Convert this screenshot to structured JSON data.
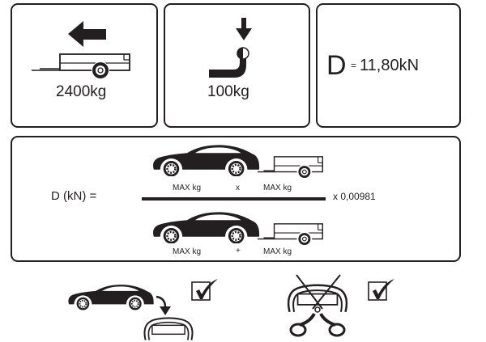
{
  "colors": {
    "ink": "#231f20",
    "background": "#ffffff"
  },
  "panels": {
    "trailer_mass": {
      "icon": "left-arrow-icon",
      "icon2": "trailer-icon",
      "value": "2400kg"
    },
    "vertical_load": {
      "icon": "down-arrow-icon",
      "icon2": "tow-hook-icon",
      "value": "100kg"
    },
    "d_value": {
      "symbol": "D",
      "equals": "=",
      "value": "11,80kN"
    }
  },
  "formula": {
    "lhs": "D (kN) =",
    "numerator": {
      "left_label": "MAX kg",
      "operator": "x",
      "right_label": "MAX kg",
      "icons": [
        "car-icon",
        "trailer-icon"
      ]
    },
    "denominator": {
      "left_label": "MAX kg",
      "operator": "+",
      "right_label": "MAX kg",
      "icons": [
        "car-icon",
        "trailer-icon"
      ]
    },
    "multiplier": "x 0,00981"
  },
  "options": [
    {
      "name": "fixed-towbar",
      "icons": [
        "car-icon",
        "curved-arrow-icon",
        "bumper-icon"
      ],
      "checked": true
    },
    {
      "name": "bumper-cutout",
      "icons": [
        "scissors-icon",
        "bumper-icon"
      ],
      "checked": true
    }
  ]
}
